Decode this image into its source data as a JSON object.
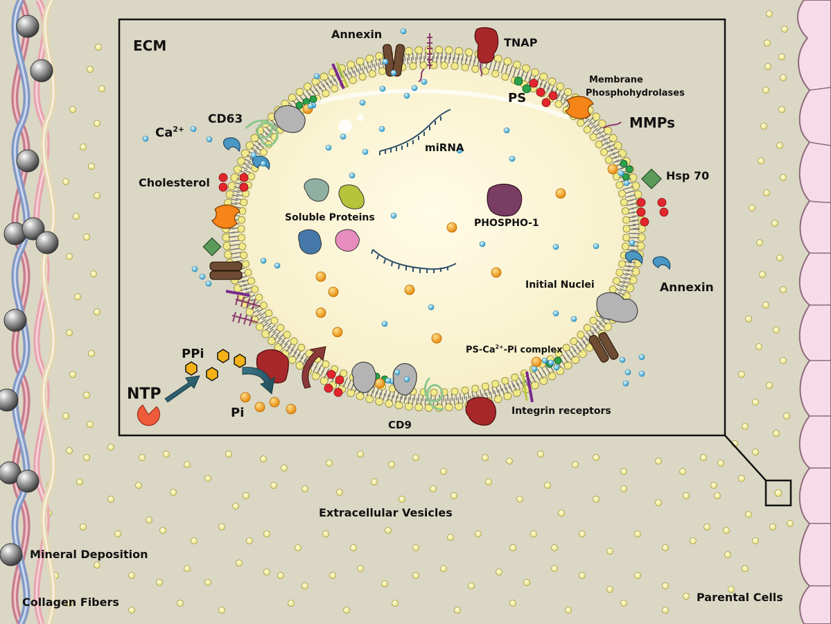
{
  "labels": {
    "ecm": "ECM",
    "annexin_top": "Annexin",
    "tnap": "TNAP",
    "membrane_phospho_1": "Membrane",
    "membrane_phospho_2": "Phosphohydrolases",
    "ps": "PS",
    "cd63": "CD63",
    "ca_base": "Ca",
    "ca_sup": "2+",
    "mmps": "MMPs",
    "mirna": "miRNA",
    "hsp70": "Hsp 70",
    "cholesterol": "Cholesterol",
    "soluble_proteins": "Soluble Proteins",
    "phospho1": "PHOSPHO-1",
    "initial_nuclei": "Initial Nuclei",
    "annexin_right": "Annexin",
    "ppi": "PPi",
    "ps_complex_a": "PS-Ca",
    "ps_complex_sup": "2+",
    "ps_complex_b": "-Pi complex",
    "ntp": "NTP",
    "pi": "Pi",
    "integrin": "Integrin receptors",
    "cd9": "CD9",
    "extracellular_vesicles": "Extracellular Vesicles",
    "mineral_deposition": "Mineral Deposition",
    "collagen_fibers": "Collagen Fibers",
    "parental_cells": "Parental Cells"
  },
  "colors": {
    "background": "#dbd7c5",
    "vesicle_interior": "#fbf6dc",
    "lipid_head": "#f2ea8a",
    "cholesterol_red": "#e3262d",
    "ps_green": "#2aa14a",
    "calcium_blue": "#5ec4e6",
    "phosphate_orange": "#f4a21a",
    "annexin_blue": "#4b97c4",
    "tnap_red": "#a8272a",
    "phospho_purple": "#7a3d63",
    "parental_pink": "#f8dbe8",
    "collagen_pink": "#e48f9e",
    "collagen_blue": "#8fa6cf"
  }
}
